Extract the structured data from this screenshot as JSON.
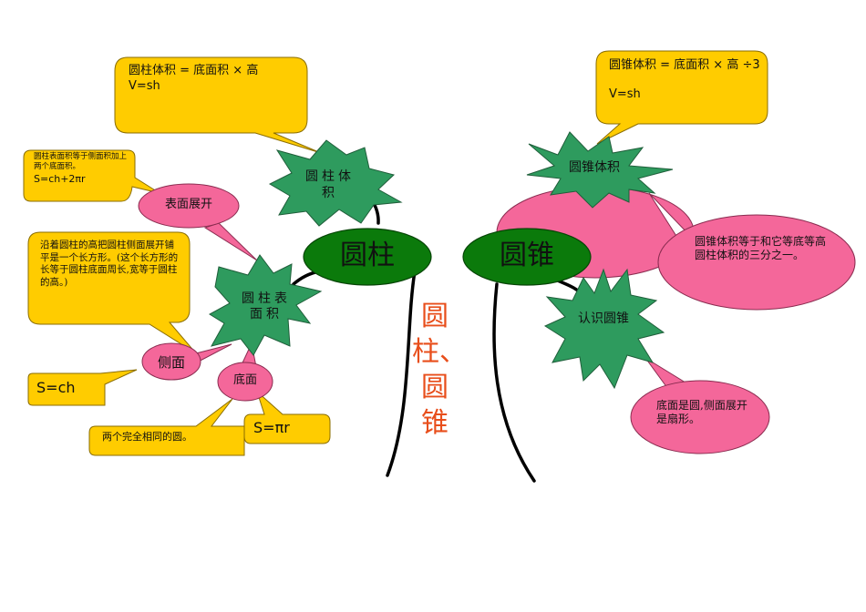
{
  "colors": {
    "yellow": "#FFCC00",
    "pink": "#F4679A",
    "green": "#2E9B5E",
    "dark_green": "#0B7A0B",
    "title_red": "#E84E1B"
  },
  "title": "圆柱、圆锥",
  "left": {
    "main": "圆柱",
    "volume_node": "圆柱体积",
    "volume_formula_1": "圆柱体积 = 底面积 × 高",
    "volume_formula_2": "V=sh",
    "surface_node": "圆柱表面积",
    "surface_note_1": "圆柱表面积等于侧面积加上两个底面积。",
    "surface_note_2": "S=ch+2πr",
    "unfold_label": "表面展开",
    "lateral_note": "沿着圆柱的高把圆柱侧面展开铺平是一个长方形。(这个长方形的长等于圆柱底面周长,宽等于圆柱的高。)",
    "lateral_label": "侧面",
    "lateral_formula": "S=ch",
    "base_label": "底面",
    "base_note": "两个完全相同的圆。",
    "base_formula": "S=πr"
  },
  "right": {
    "main": "圆锥",
    "volume_node": "圆锥体积",
    "volume_formula_1": "圆锥体积 = 底面积 × 高 ÷3",
    "volume_formula_2": "V=sh",
    "volume_note": "圆锥体积等于和它等底等高圆柱体积的三分之一。",
    "know_node": "认识圆锥",
    "know_note": "底面是圆,侧面展开是扇形。"
  }
}
